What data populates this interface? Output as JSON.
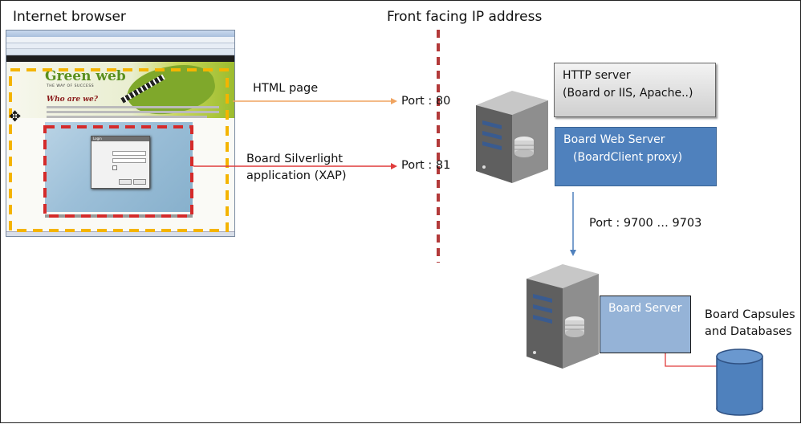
{
  "labels": {
    "internet_browser": "Internet browser",
    "front_facing": "Front facing IP address",
    "html_page": "HTML page",
    "silverlight_line1": "Board Silverlight",
    "silverlight_line2": "application (XAP)",
    "port80": "Port : 80",
    "port81": "Port : 81",
    "port9700": "Port : 9700 … 9703",
    "http_line1": "HTTP server",
    "http_line2": "(Board or IIS, Apache..)",
    "web_line1": "Board Web Server",
    "web_line2": "(BoardClient proxy)",
    "board_server": "Board Server",
    "capsules_line1": "Board Capsules",
    "capsules_line2": "and Databases"
  },
  "browser": {
    "site_title": "Green web",
    "tagline": "THE WAY OF SUCCESS",
    "who": "Who are we?",
    "dialog_title": "Login"
  },
  "colors": {
    "orange_dash": "#f4b400",
    "red_dash": "#d42a2a",
    "orange_arrow": "#f0a460",
    "red_arrow": "#e03c3c",
    "blue_arrow": "#4f81bd",
    "box_blue": "#4f81bd",
    "box_light": "#95b3d7",
    "divider": "#b33a3a"
  }
}
